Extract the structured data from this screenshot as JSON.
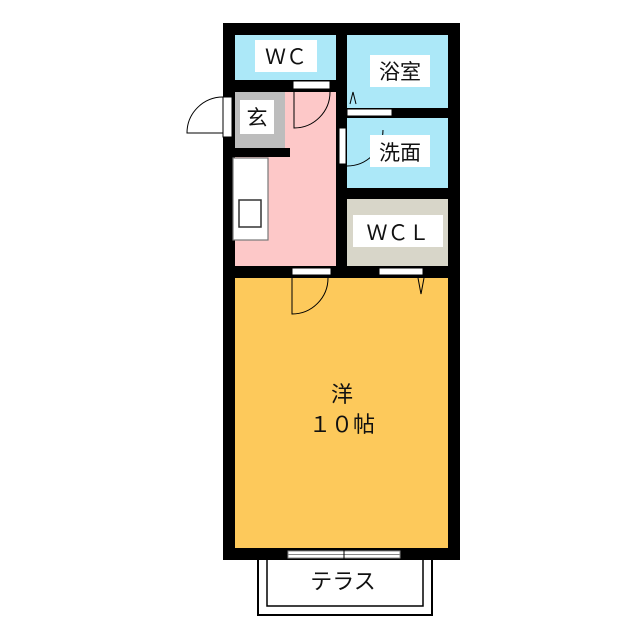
{
  "rooms": {
    "wc": "ＷＣ",
    "genkan": "玄",
    "bath": "浴室",
    "washroom": "洗面",
    "wcl": "ＷＣＬ",
    "western_room": "洋",
    "western_size": "１０帖",
    "terrace": "テラス"
  },
  "colors": {
    "wall": "#000000",
    "wet_area": "#ace8f8",
    "kitchen": "#fdc8c8",
    "genkan": "#bdbdbd",
    "closet": "#d8d6c9",
    "western": "#fdc95b"
  }
}
